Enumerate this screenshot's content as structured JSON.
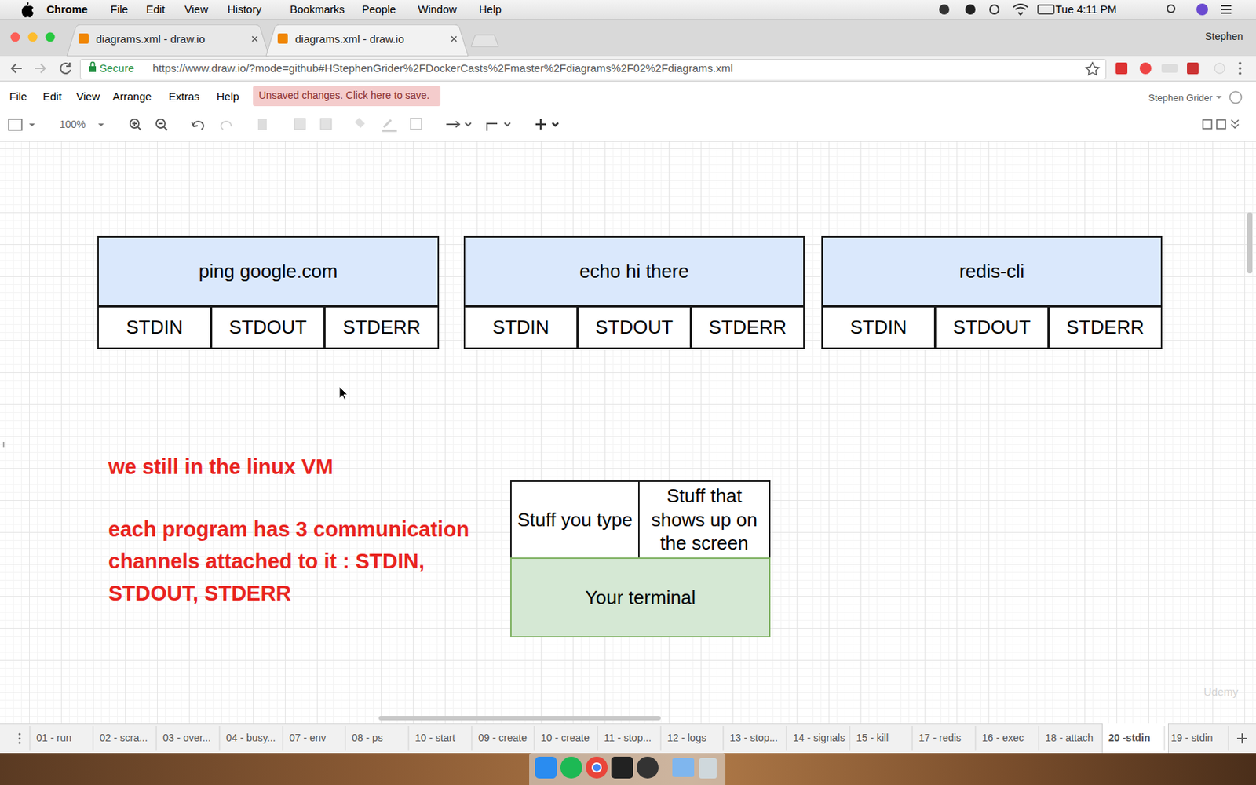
{
  "diagram": {
    "nodes": [
      {
        "text": [
          "ping google.com"
        ]
      },
      {
        "text": [
          "STDIN"
        ]
      },
      {
        "text": [
          "STDOUT"
        ]
      },
      {
        "text": [
          "STDERR"
        ]
      },
      {
        "text": [
          "echo hi there"
        ]
      },
      {
        "text": [
          "STDIN"
        ]
      },
      {
        "text": [
          "STDOUT"
        ]
      },
      {
        "text": [
          "STDERR"
        ]
      },
      {
        "text": [
          "redis-cli"
        ]
      },
      {
        "text": [
          "STDIN"
        ]
      },
      {
        "text": [
          "STDOUT"
        ]
      },
      {
        "text": [
          "STDERR"
        ]
      },
      {
        "text": [
          "Stuff you type"
        ]
      },
      {
        "text": [
          "Stuff that shows up on the screen"
        ]
      },
      {
        "text": [
          "Your terminal"
        ]
      }
    ],
    "labels": [
      "Chrome",
      "File",
      "Edit",
      "View",
      "History",
      "Bookmarks",
      "People",
      "Window",
      "Help",
      "Tue 4:11 PM",
      "diagrams.xml - draw.io",
      "diagrams.xml - draw.io",
      "Stephen",
      "Secure",
      "https://www.draw.io/?mode=github#HStephenGrider%2FDockerCasts%2Fmaster%2Fdiagrams%2F02%2Fdiagrams.xml",
      "File",
      "Edit",
      "View",
      "Arrange",
      "Extras",
      "Help",
      "Unsaved changes. Click here to save.",
      "Stephen Grider",
      "100%",
      "we still in the linux VM",
      "each program has 3 communication channels attached to it : STDIN, STDOUT, STDERR",
      "Udemy",
      "01 - run",
      "02 - scra...",
      "03 - over...",
      "04 - busy...",
      "07 - env",
      "08 - ps",
      "10 - start",
      "09 - create",
      "10 - create",
      "11 - stop...",
      "12 - logs",
      "13 - stop...",
      "14 - signals",
      "15 - kill",
      "17 - redis",
      "16 - exec",
      "18 - attach",
      "20 -stdin",
      "19 - stdin"
    ]
  }
}
